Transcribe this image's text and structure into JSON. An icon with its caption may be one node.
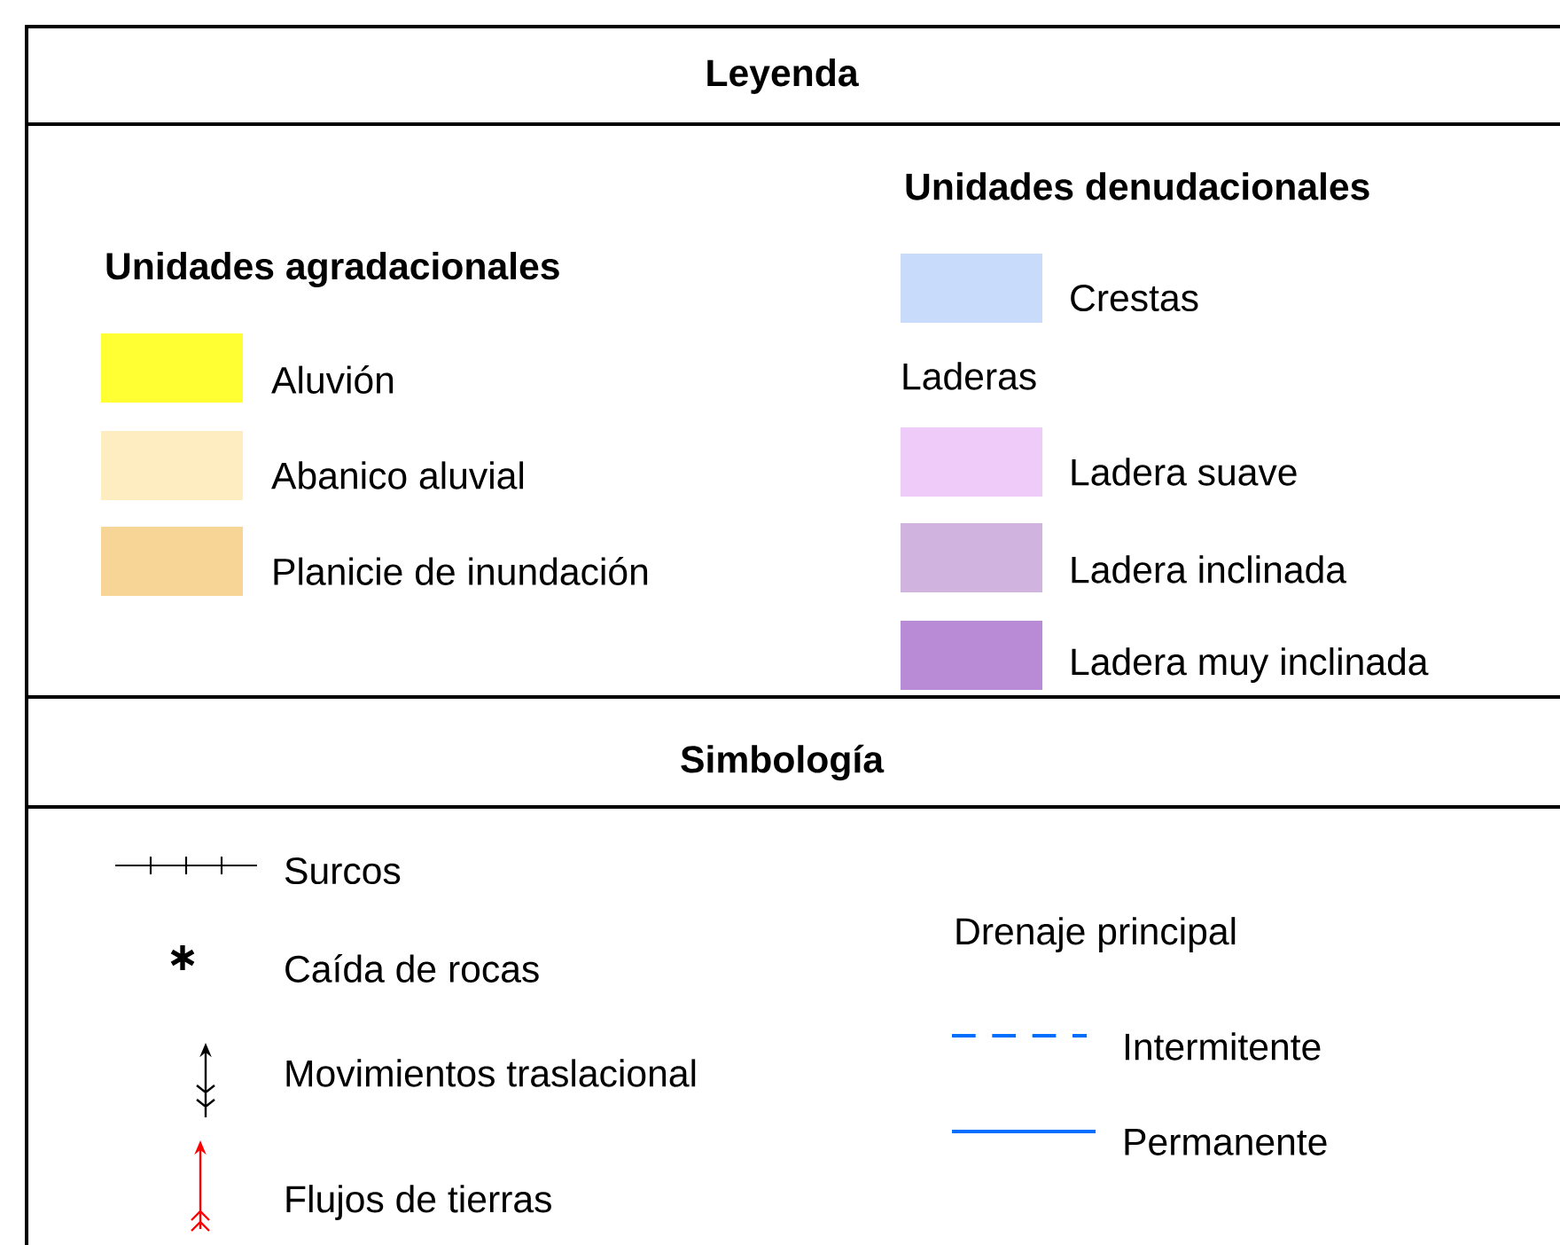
{
  "diagram": {
    "title": "Leyenda",
    "labels": [
      "Unidades denudacionales",
      "Unidades agradacionales",
      "Laderas",
      "Simbología",
      "Drenaje principal"
    ],
    "legend": [
      {
        "text": "Aluvión",
        "color": "#ffff33"
      },
      {
        "text": "Abanico aluvial",
        "color": "#fdedc0"
      },
      {
        "text": "Planicie de inundación",
        "color": "#f6d597"
      },
      {
        "text": "Crestas",
        "color": "#c9dbfa"
      },
      {
        "text": "Ladera suave",
        "color": "#efcbf9"
      },
      {
        "text": "Ladera inclinada",
        "color": "#d0b3df"
      },
      {
        "text": "Ladera muy inclinada",
        "color": "#b98bd6"
      },
      {
        "text": "Surcos"
      },
      {
        "text": "Caída de rocas"
      },
      {
        "text": "Movimientos traslacional"
      },
      {
        "text": "Flujos de tierras"
      },
      {
        "text": "Intermitente"
      },
      {
        "text": "Permanente"
      }
    ]
  }
}
